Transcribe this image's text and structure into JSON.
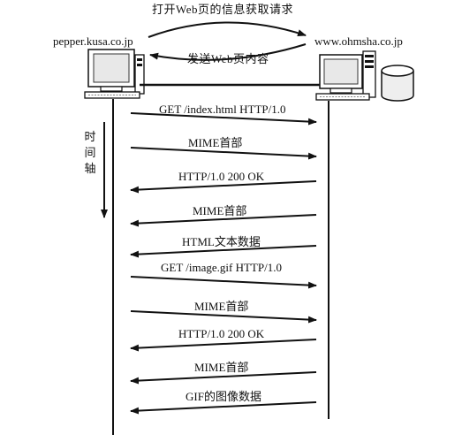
{
  "header": {
    "request_label": "打开Web页的信息获取请求",
    "response_label": "发送Web页内容"
  },
  "client": {
    "hostname": "pepper.kusa.co.jp"
  },
  "server": {
    "hostname": "www.ohmsha.co.jp"
  },
  "time_axis": {
    "chars": [
      "时",
      "间",
      "轴"
    ]
  },
  "messages": [
    {
      "label": "GET /index.html HTTP/1.0",
      "direction": "client-to-server"
    },
    {
      "label": "MIME首部",
      "direction": "client-to-server"
    },
    {
      "label": "HTTP/1.0 200 OK",
      "direction": "server-to-client"
    },
    {
      "label": "MIME首部",
      "direction": "server-to-client"
    },
    {
      "label": "HTML文本数据",
      "direction": "server-to-client"
    },
    {
      "label": "GET /image.gif  HTTP/1.0",
      "direction": "client-to-server"
    },
    {
      "label": "MIME首部",
      "direction": "client-to-server"
    },
    {
      "label": "HTTP/1.0 200 OK",
      "direction": "server-to-client"
    },
    {
      "label": "MIME首部",
      "direction": "server-to-client"
    },
    {
      "label": "GIF的图像数据",
      "direction": "server-to-client"
    }
  ]
}
